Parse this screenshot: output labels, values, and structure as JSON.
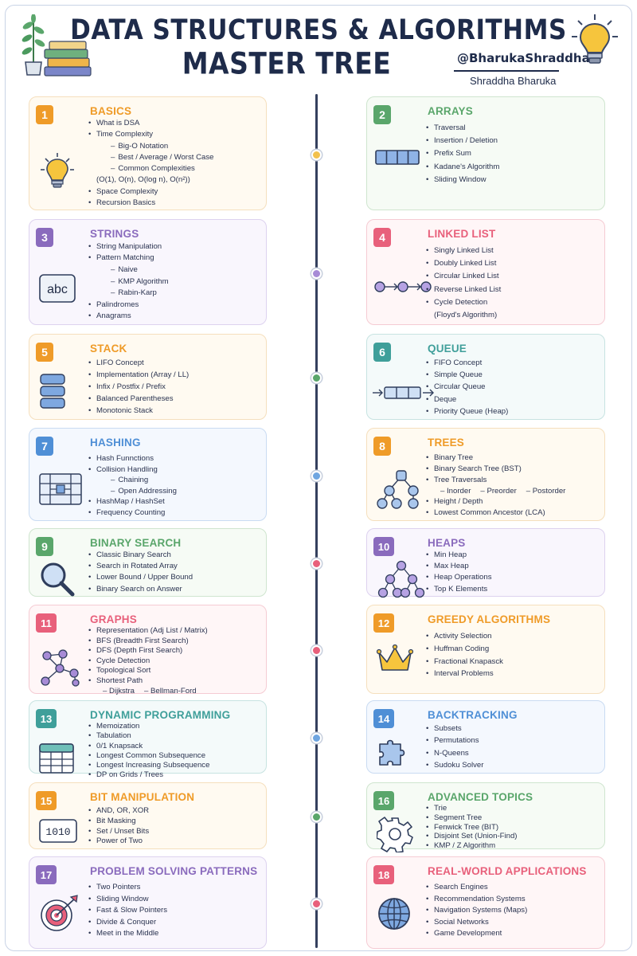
{
  "header": {
    "title_line1": "DATA STRUCTURES & ALGORITHMS",
    "title_line2": "MASTER TREE",
    "handle": "@BharukaShraddha",
    "author": "Shraddha Bharuka"
  },
  "colors": {
    "orange": "#ef9b28",
    "green": "#5aa66b",
    "purple": "#8a6bbd",
    "pink": "#e8607b",
    "teal": "#3f9f9a",
    "blue": "#4f8fd6",
    "spine": "#34405e"
  },
  "cards": [
    {
      "number": "1",
      "title": "BASICS",
      "icon": "lightbulb-icon",
      "items": [
        "What is DSA",
        "Time Complexity",
        "Big-O Notation",
        "Best / Average / Worst Case",
        "Common Complexities",
        "(O(1), O(n), O(log n), O(n²))",
        "Space Complexity",
        "Recursion Basics"
      ]
    },
    {
      "number": "2",
      "title": "ARRAYS",
      "icon": "array-icon",
      "items": [
        "Traversal",
        "Insertion / Deletion",
        "Prefix Sum",
        "Kadane's Algorithm",
        "Sliding Window"
      ]
    },
    {
      "number": "3",
      "title": "STRINGS",
      "icon": "abc-icon",
      "icon_text": "abc",
      "items": [
        "String Manipulation",
        "Pattern Matching",
        "Naive",
        "KMP Algorithm",
        "Rabin-Karp",
        "Palindromes",
        "Anagrams"
      ]
    },
    {
      "number": "4",
      "title": "LINKED LIST",
      "icon": "linked-list-icon",
      "items": [
        "Singly Linked List",
        "Doubly Linked List",
        "Circular Linked List",
        "Reverse Linked List",
        "Cycle Detection",
        "(Floyd's Algorithm)"
      ]
    },
    {
      "number": "5",
      "title": "STACK",
      "icon": "stack-icon",
      "items": [
        "LIFO Concept",
        "Implementation (Array / LL)",
        "Infix / Postfix / Prefix",
        "Balanced Parentheses",
        "Monotonic Stack"
      ]
    },
    {
      "number": "6",
      "title": "QUEUE",
      "icon": "queue-icon",
      "items": [
        "FIFO Concept",
        "Simple Queue",
        "Circular Queue",
        "Deque",
        "Priority Queue (Heap)"
      ]
    },
    {
      "number": "7",
      "title": "HASHING",
      "icon": "hash-table-icon",
      "items": [
        "Hash Funnctions",
        "Collision Handling",
        "Chaining",
        "Open Addressing",
        "HashMap / HashSet",
        "Frequency Counting"
      ]
    },
    {
      "number": "8",
      "title": "TREES",
      "icon": "tree-icon",
      "items": [
        "Binary Tree",
        "Binary Search Tree (BST)",
        "Tree Traversals",
        "Inorder",
        "Preorder",
        "Postorder",
        "Height / Depth",
        "Lowest Common Ancestor (LCA)"
      ]
    },
    {
      "number": "9",
      "title": "BINARY SEARCH",
      "icon": "magnifier-icon",
      "items": [
        "Classic Binary Search",
        "Search in Rotated Array",
        "Lower Bound / Upper Bound",
        "Binary Search on Answer"
      ]
    },
    {
      "number": "10",
      "title": "HEAPS",
      "icon": "heap-icon",
      "items": [
        "Min Heap",
        "Max Heap",
        "Heap Operations",
        "Top K Elements"
      ]
    },
    {
      "number": "11",
      "title": "GRAPHS",
      "icon": "graph-icon",
      "items": [
        "Representation (Adj List / Matrix)",
        "BFS (Breadth First Search)",
        "DFS (Depth First Search)",
        "Cycle Detection",
        "Topological Sort",
        "Shortest Path",
        "Dijkstra",
        "Bellman-Ford"
      ]
    },
    {
      "number": "12",
      "title": "GREEDY ALGORITHMS",
      "icon": "crown-icon",
      "items": [
        "Activity Selection",
        "Huffman Coding",
        "Fractional Knapasck",
        "Interval Problems"
      ]
    },
    {
      "number": "13",
      "title": "DYNAMIC PROGRAMMING",
      "icon": "table-icon",
      "items": [
        "Memoization",
        "Tabulation",
        "0/1 Knapsack",
        "Longest Common Subsequence",
        "Longest Increasing Subsequence",
        "DP on Grids / Trees"
      ]
    },
    {
      "number": "14",
      "title": "BACKTRACKING",
      "icon": "puzzle-icon",
      "items": [
        "Subsets",
        "Permutations",
        "N-Queens",
        "Sudoku Solver"
      ]
    },
    {
      "number": "15",
      "title": "BIT MANIPULATION",
      "icon": "binary-icon",
      "icon_text": "1010",
      "items": [
        "AND, OR, XOR",
        "Bit Masking",
        "Set / Unset Bits",
        "Power of Two"
      ]
    },
    {
      "number": "16",
      "title": "ADVANCED TOPICS",
      "icon": "gear-icon",
      "items": [
        "Trie",
        "Segment Tree",
        "Fenwick Tree (BIT)",
        "Disjoint Set (Union-Find)",
        "KMP / Z Algorithm"
      ]
    },
    {
      "number": "17",
      "title": "PROBLEM SOLVING PATTERNS",
      "icon": "target-icon",
      "items": [
        "Two Pointers",
        "Sliding Window",
        "Fast & Slow Pointers",
        "Divide & Conquer",
        "Meet in the Middle"
      ]
    },
    {
      "number": "18",
      "title": "REAL-WORLD APPLICATIONS",
      "icon": "globe-icon",
      "items": [
        "Search Engines",
        "Recommendation Systems",
        "Navigation Systems (Maps)",
        "Social Networks",
        "Game Development"
      ]
    }
  ]
}
